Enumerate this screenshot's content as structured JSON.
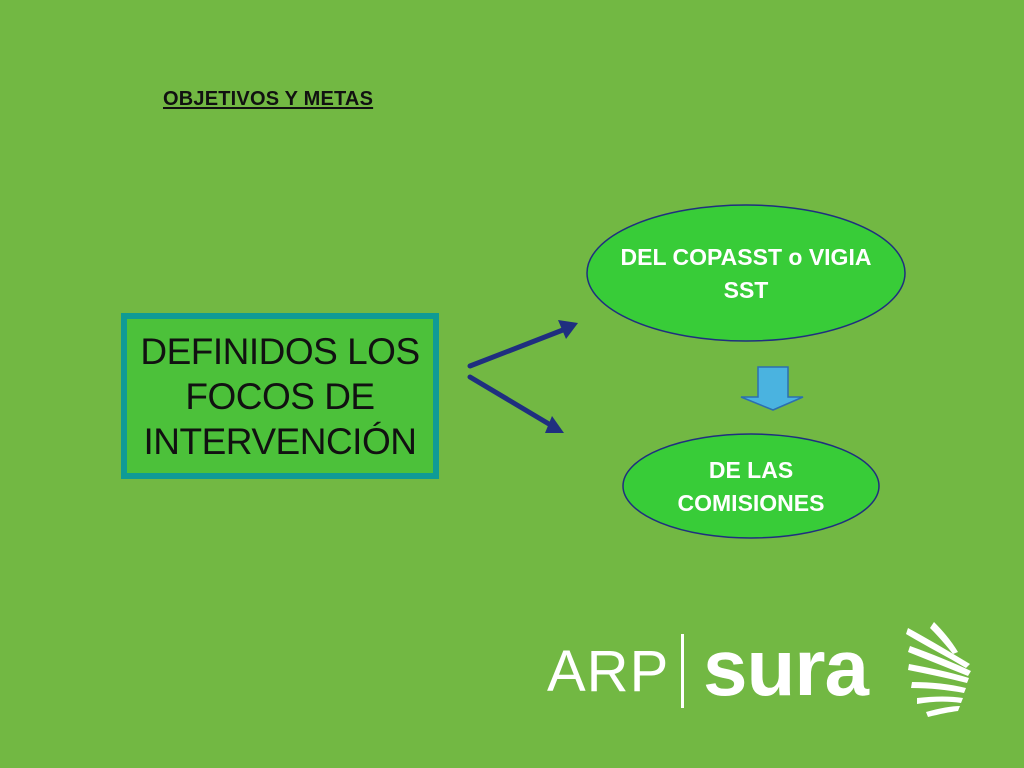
{
  "slide": {
    "heading": "OBJETIVOS Y METAS",
    "background_color": "#72b843"
  },
  "focus_box": {
    "lines": [
      "DEFINIDOS LOS",
      "FOCOS DE",
      "INTERVENCIÓN"
    ],
    "fill_color": "#4cc13a",
    "border_color": "#0f9b95"
  },
  "nodes": [
    {
      "lines": [
        "DEL COPASST o VIGIA",
        "SST"
      ],
      "fill_color": "#38cc38"
    },
    {
      "lines": [
        "DE LAS",
        "COMISIONES"
      ],
      "fill_color": "#38cc38"
    }
  ],
  "connectors": {
    "arrow_color": "#1f2f7f",
    "down_arrow_fill": "#4ab3e0",
    "down_arrow_stroke": "#2c6fb0"
  },
  "logo": {
    "arp": "ARP",
    "sura": "sura",
    "emblem": "sura-bird-wings-icon",
    "color": "#ffffff"
  }
}
